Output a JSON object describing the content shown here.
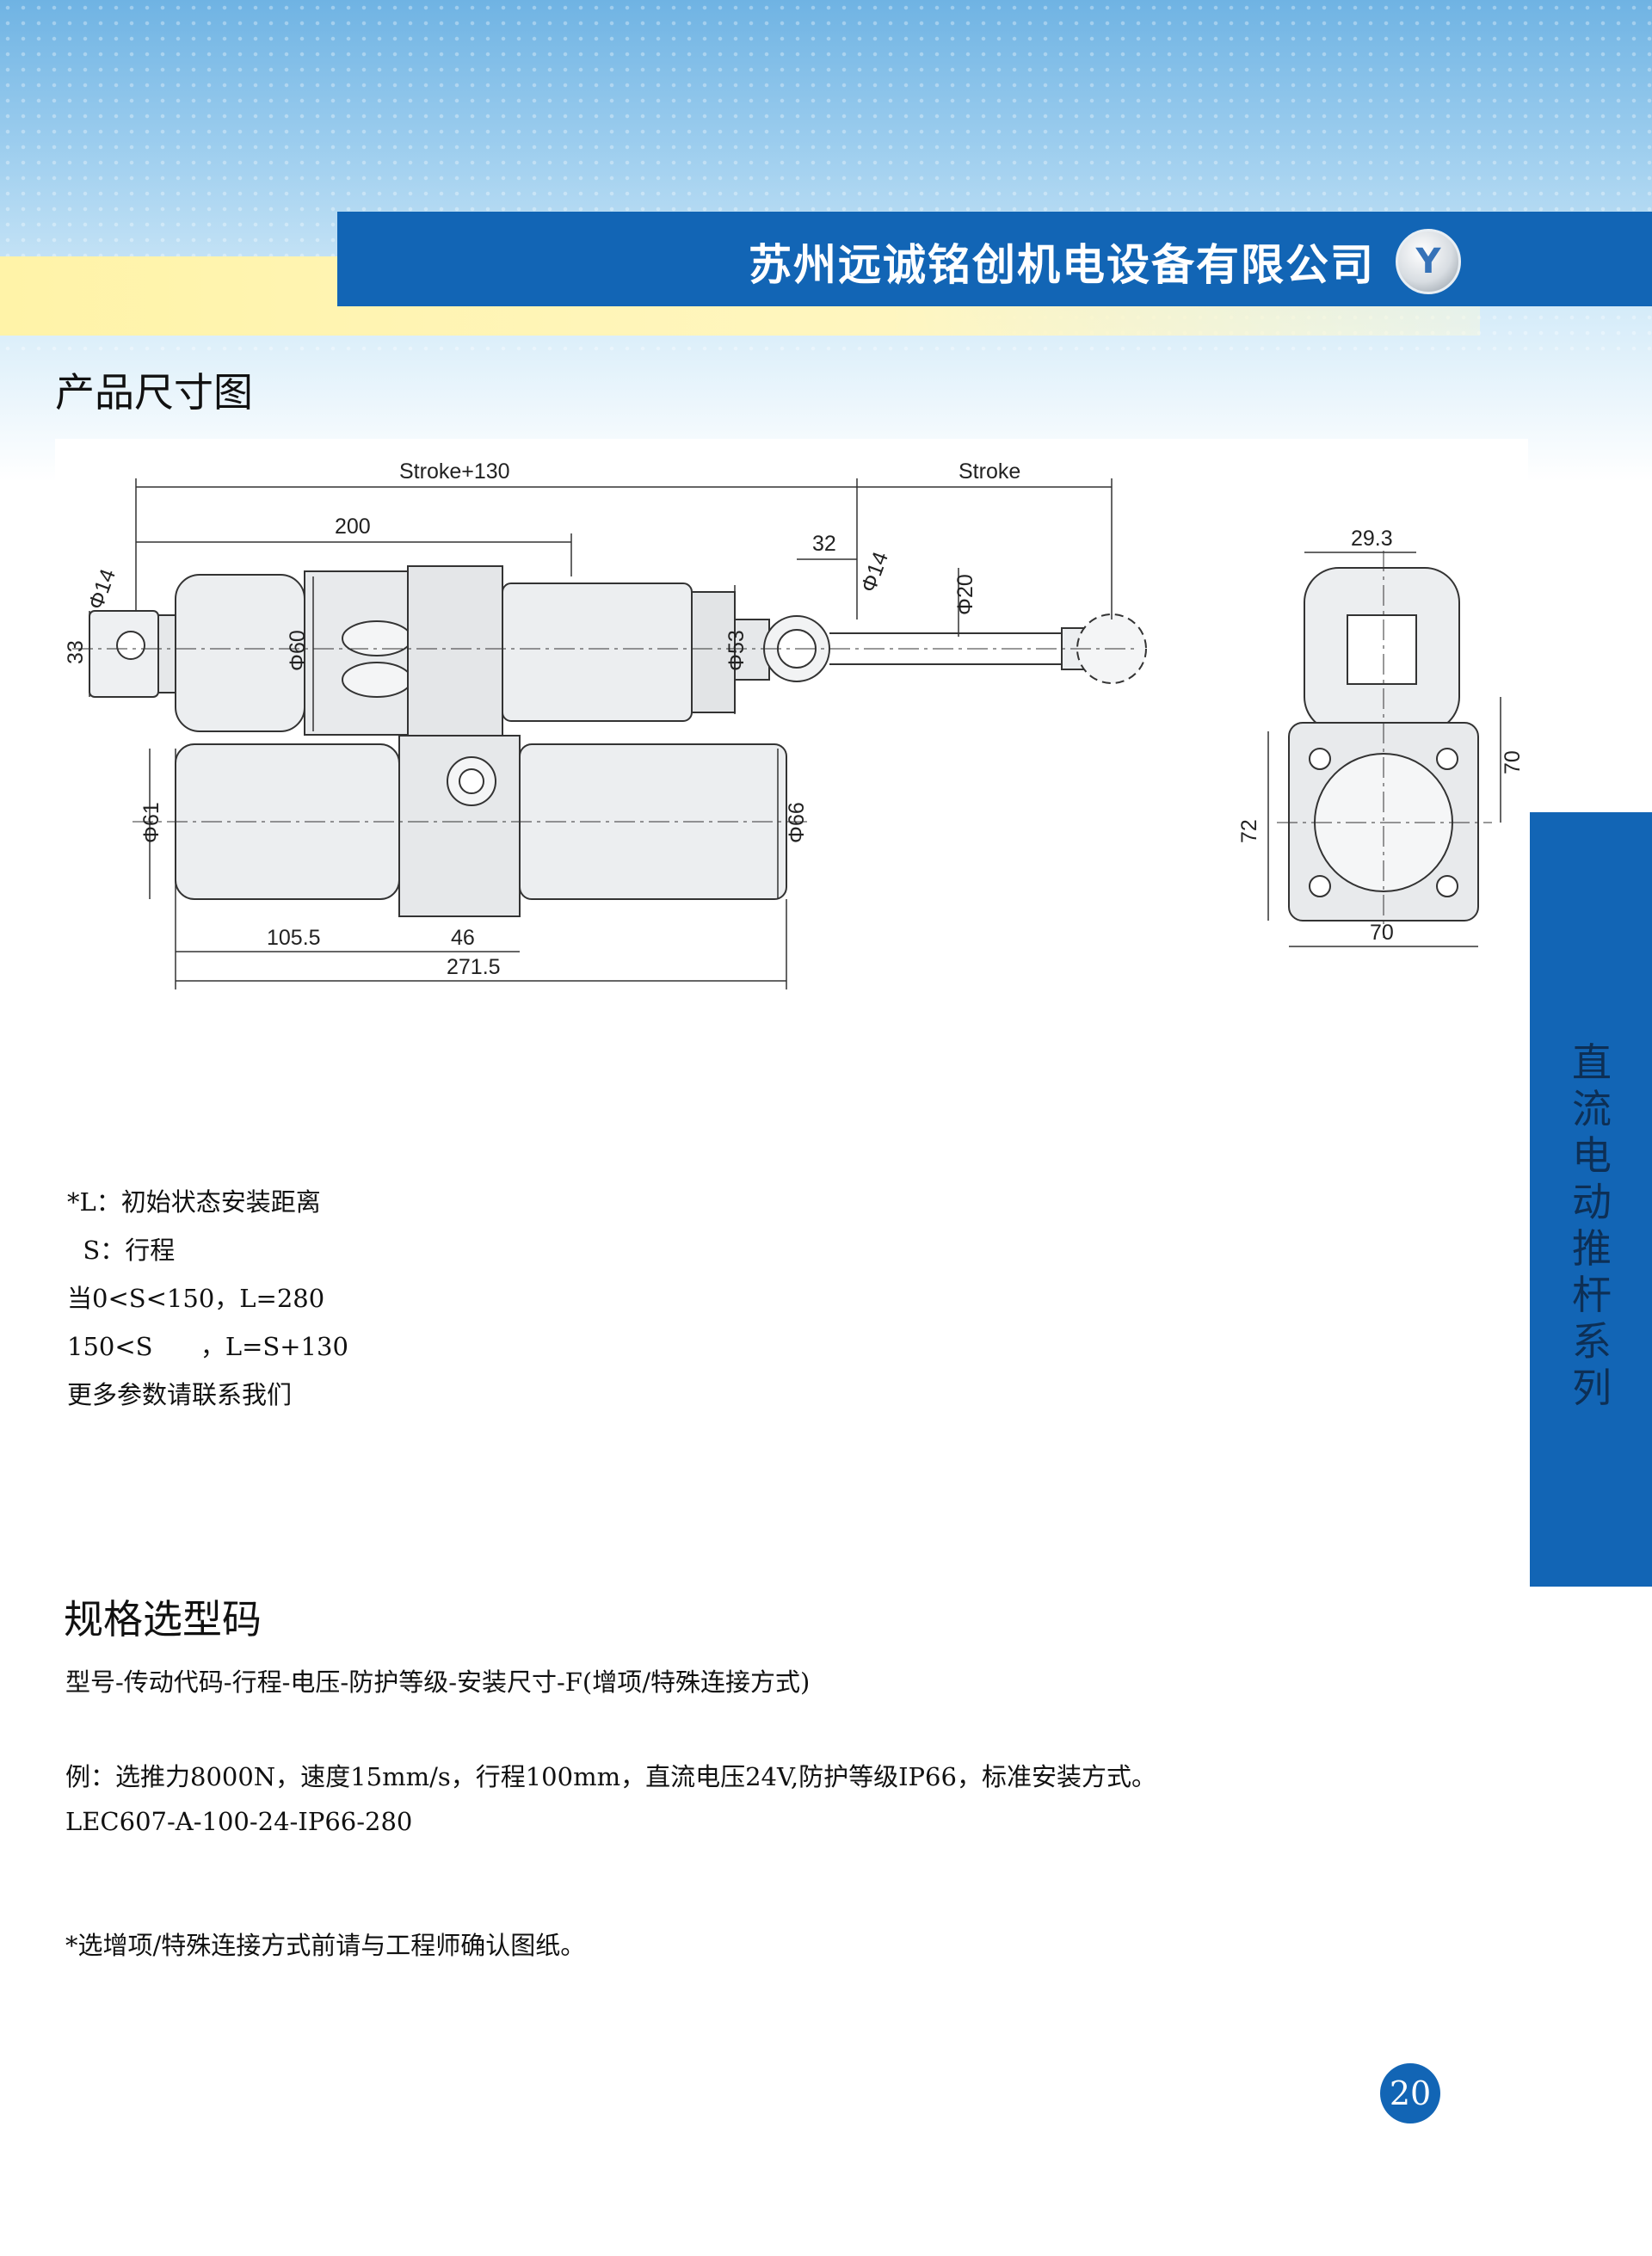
{
  "header": {
    "company": "苏州远诚铭创机电设备有限公司",
    "logo_text": "Y"
  },
  "section1": {
    "title": "产品尺寸图"
  },
  "drawing": {
    "labels": {
      "stroke_130": "Stroke+130",
      "stroke": "Stroke",
      "d200": "200",
      "d32": "32",
      "phi14_left": "Φ14",
      "phi14_right": "Φ14",
      "phi20": "Φ20",
      "d33": "33",
      "phi60": "Φ60",
      "phi53": "Φ53",
      "phi61": "Φ61",
      "phi66": "Φ66",
      "d105_5": "105.5",
      "d46": "46",
      "d271_5": "271.5",
      "d29_3": "29.3",
      "d70_right": "70",
      "d72": "72",
      "d70_bottom": "70"
    }
  },
  "notes": {
    "l1": "*L：初始状态安装距离",
    "l2": "  S：行程",
    "l3": "当0<S<150，L=280",
    "l4": "150<S      ，L=S+130",
    "l5": "更多参数请联系我们"
  },
  "section2": {
    "title": "规格选型码",
    "format": "型号-传动代码-行程-电压-防护等级-安装尺寸-F(增项/特殊连接方式)",
    "example": "例：选推力8000N，速度15mm/s，行程100mm，直流电压24V,防护等级IP66，标准安装方式。",
    "code": "LEC607-A-100-24-IP66-280",
    "footnote": "*选增项/特殊连接方式前请与工程师确认图纸。"
  },
  "side_tab": {
    "text": "直流电动推杆系列"
  },
  "page_number": "20"
}
